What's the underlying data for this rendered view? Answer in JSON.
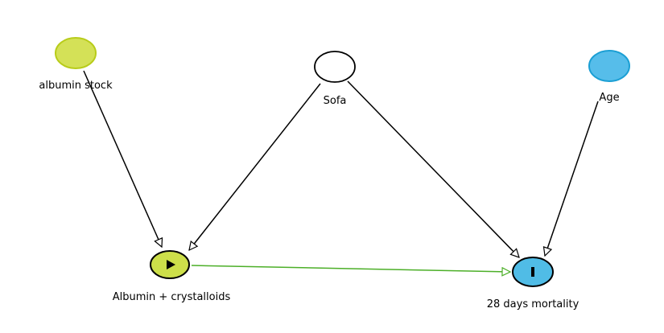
{
  "colors": {
    "background": "#ffffff",
    "exposure_fill": "#cddf4a",
    "exposure_stroke": "#000000",
    "ancestor_exposure_fill": "#d4e157",
    "ancestor_exposure_stroke": "#b8cc1a",
    "outcome_fill": "#50bce6",
    "outcome_stroke": "#000000",
    "ancestor_outcome_fill": "#56bdea",
    "ancestor_outcome_stroke": "#1b9fd4",
    "neutral_fill": "#ffffff",
    "neutral_stroke": "#000000",
    "causal_edge": "#000000",
    "causal_path_edge": "#4caf28"
  },
  "nodes": [
    {
      "id": "albumin_stock",
      "label": "albumin stock",
      "role": "ancestor-of-exposure",
      "icon": ""
    },
    {
      "id": "sofa",
      "label": "Sofa",
      "role": "neutral",
      "icon": ""
    },
    {
      "id": "age",
      "label": "Age",
      "role": "ancestor-of-outcome",
      "icon": ""
    },
    {
      "id": "albumin_crystalloids",
      "label": "Albumin + crystalloids",
      "role": "exposure",
      "icon": "play-icon"
    },
    {
      "id": "mortality_28",
      "label": "28 days mortality",
      "role": "outcome",
      "icon": "bar-icon"
    }
  ],
  "edges": [
    {
      "from": "albumin_stock",
      "to": "albumin_crystalloids",
      "kind": "causal"
    },
    {
      "from": "sofa",
      "to": "albumin_crystalloids",
      "kind": "causal"
    },
    {
      "from": "sofa",
      "to": "mortality_28",
      "kind": "causal"
    },
    {
      "from": "age",
      "to": "mortality_28",
      "kind": "causal"
    },
    {
      "from": "albumin_crystalloids",
      "to": "mortality_28",
      "kind": "causal-path"
    }
  ]
}
